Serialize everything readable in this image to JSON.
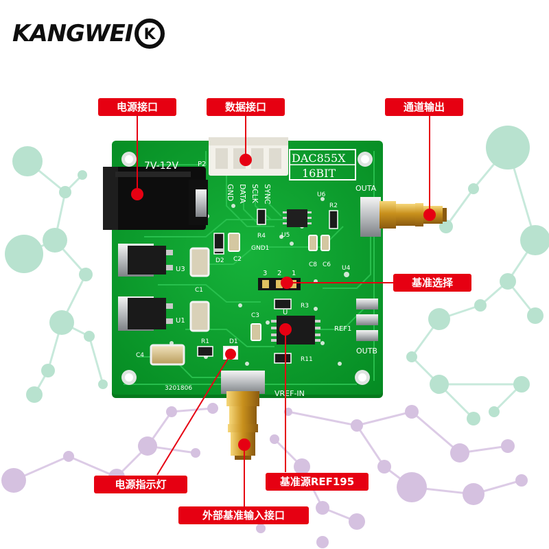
{
  "brand": {
    "name": "KANGWEI",
    "mark": "K"
  },
  "callouts": {
    "power_port": "电源接口",
    "data_port": "数据接口",
    "channel_output": "通道输出",
    "reference_select": "基准选择",
    "reference_source": "基准源REF195",
    "power_led": "电源指示灯",
    "external_ref_port": "外部基准输入接口"
  },
  "board": {
    "chip_label_1": "DAC855X",
    "chip_label_2": "16BIT",
    "voltage": "7V-12V",
    "p2": "P2",
    "pins": [
      "GND",
      "DATA",
      "SCLK",
      "SYNC"
    ],
    "outa": "OUTA",
    "outb": "OUTB",
    "ref1": "REF1",
    "vref_in": "VREF-IN",
    "serial": "3201806",
    "gnd1": "GND1",
    "jumper_nums": [
      "3",
      "2",
      "1"
    ],
    "refs": {
      "u1": "U1",
      "u3": "U3",
      "u4": "U4",
      "u5": "U5",
      "u6": "U6",
      "u": "U",
      "d1": "D1",
      "d2": "D2",
      "r1": "R1",
      "r2": "R2",
      "r3": "R3",
      "r4": "R4",
      "r11": "R11",
      "c3": "C3",
      "c4": "C4",
      "c6": "C6",
      "c8": "C8",
      "c1": "C1",
      "c2": "C2"
    }
  },
  "colors": {
    "pcb": "#0aa02b",
    "pcb_dark": "#077f20",
    "callout": "#e60012",
    "network_teal": "#a9ddc8",
    "network_violet": "#cdb6dc",
    "gold": "#d8a82a"
  }
}
